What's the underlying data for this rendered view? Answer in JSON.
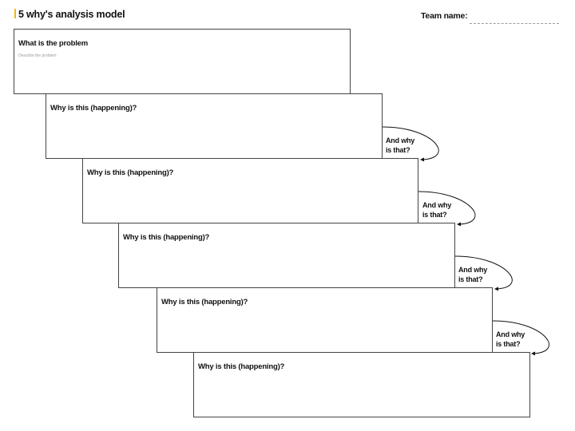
{
  "header": {
    "title": "5 why's analysis model",
    "accent_color": "#f2b705"
  },
  "team": {
    "label": "Team name:",
    "value": ""
  },
  "problem": {
    "title": "What is the problem",
    "hint": "Describe the problem"
  },
  "whys": [
    {
      "title": "Why is this (happening)?"
    },
    {
      "title": "Why is this (happening)?"
    },
    {
      "title": "Why is this (happening)?"
    },
    {
      "title": "Why is this (happening)?"
    },
    {
      "title": "Why is this (happening)?"
    }
  ],
  "connectors": [
    {
      "line1": "And why",
      "line2": "is that?",
      "icon": "curved-arrow-icon"
    },
    {
      "line1": "And why",
      "line2": "is that?",
      "icon": "curved-arrow-icon"
    },
    {
      "line1": "And why",
      "line2": "is that?",
      "icon": "curved-arrow-icon"
    },
    {
      "line1": "And why",
      "line2": "is that?",
      "icon": "curved-arrow-icon"
    }
  ]
}
